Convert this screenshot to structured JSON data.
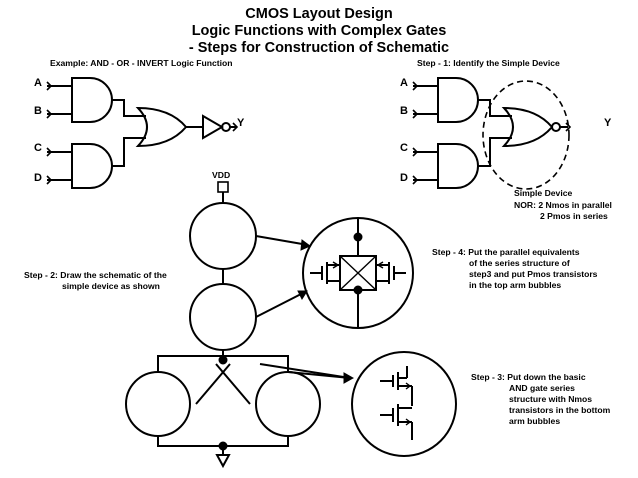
{
  "title": {
    "line1": "CMOS Layout Design",
    "line2": "Logic Functions with Complex Gates",
    "line3": "- Steps for Construction of Schematic"
  },
  "example_label": "Example: AND - OR - INVERT Logic Function",
  "step1_label": "Step - 1: Identify the Simple Device",
  "inputs": [
    "A",
    "B",
    "C",
    "D"
  ],
  "output": "Y",
  "vdd_label": "VDD",
  "simple_device": {
    "title": "Simple Device",
    "line1": "NOR: 2 Nmos in parallel",
    "line2": "2 Pmos in series"
  },
  "step2": {
    "line1": "Step - 2: Draw the schematic of the",
    "line2": "simple device as shown"
  },
  "step3": {
    "line1": "Step - 3: Put down the basic",
    "line2": "AND gate series",
    "line3": "structure with Nmos",
    "line4": "transistors in the bottom",
    "line5": "arm bubbles"
  },
  "step4": {
    "line1": "Step - 4: Put the parallel equivalents",
    "line2": "of the series structure of",
    "line3": "step3 and put Pmos transistors",
    "line4": "in the top arm bubbles"
  },
  "colors": {
    "ink": "#000000",
    "background": "#ffffff"
  }
}
